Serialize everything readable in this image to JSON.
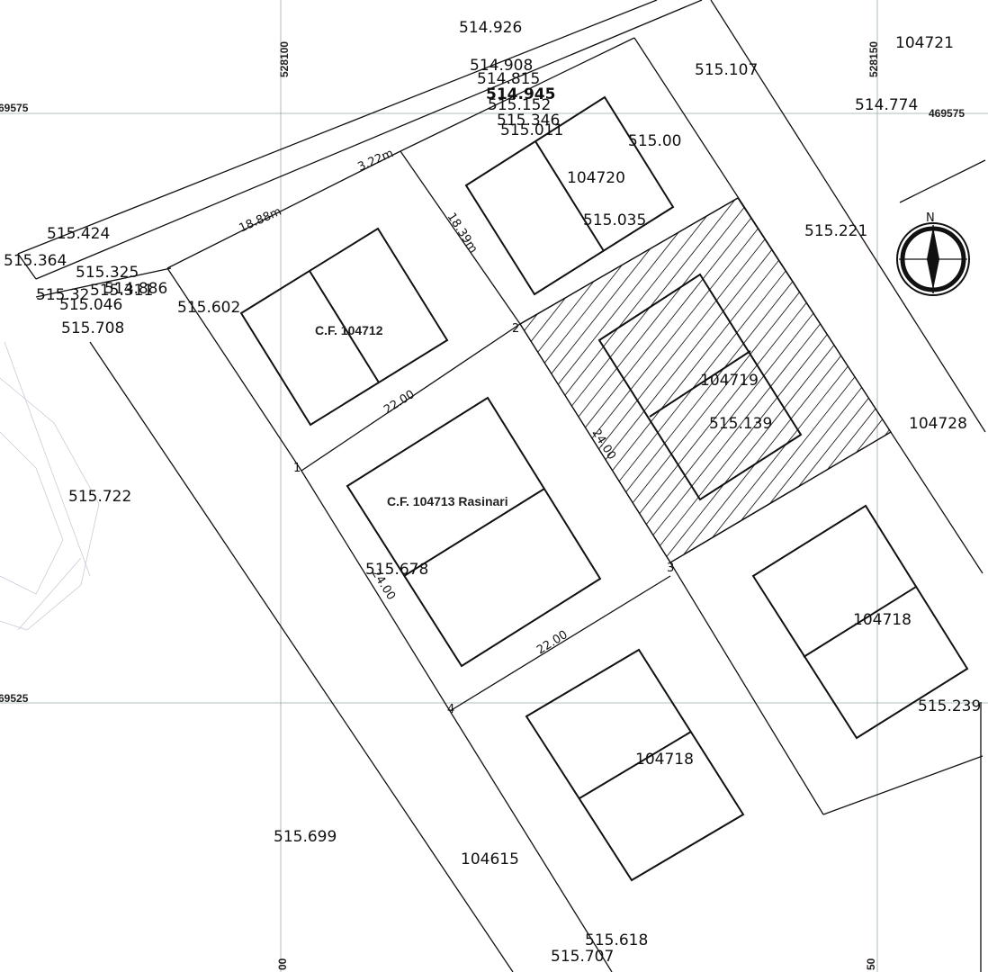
{
  "grid": {
    "x_left": "528100",
    "x_right": "528150",
    "y_top_left": "69575",
    "y_top_right": "469575",
    "y_bottom_left": "69525",
    "x_bottom_left": "00",
    "x_bottom_right": "50"
  },
  "parcels": {
    "cf_104712": "C.F. 104712",
    "cf_104713": "C.F. 104713 Rasinari",
    "p104719": "104719",
    "p104720": "104720",
    "p104718_a": "104718",
    "p104718_b": "104718",
    "p104728": "104728",
    "p104721": "104721",
    "p104615": "104615"
  },
  "elevations": {
    "e514_926": "514.926",
    "e514_908": "514.908",
    "e514_815": "514.815",
    "e514_945": "514.945",
    "e515_152": "515.152",
    "e515_346": "515.346",
    "e515_011": "515.011",
    "e515_107": "515.107",
    "e514_774": "514.774",
    "e515_00": "515.00",
    "e515_035": "515.035",
    "e515_221": "515.221",
    "e515_424": "515.424",
    "e515_364": "515.364",
    "e515_325": "515.325",
    "e515_3xx": "515.32",
    "e515_311": "515.311",
    "e515_046": "515.046",
    "e514_886": "514.886",
    "e515_708": "515.708",
    "e515_602": "515.602",
    "e515_722": "515.722",
    "e515_678": "515.678",
    "e515_139": "515.139",
    "e515_699": "515.699",
    "e515_618": "515.618",
    "e515_707": "515.707",
    "e515_right": "515.239"
  },
  "dimensions": {
    "d_3_22": "3.22m",
    "d_18_88": "18.88m",
    "d_18_39": "18.39m",
    "d_22_top": "22.00",
    "d_22_bottom": "22.00",
    "d_24_left": "24.00",
    "d_24_right": "24.00"
  },
  "corners": {
    "c1": "1",
    "c2": "2",
    "c3": "3",
    "c4": "4"
  },
  "north": "N"
}
